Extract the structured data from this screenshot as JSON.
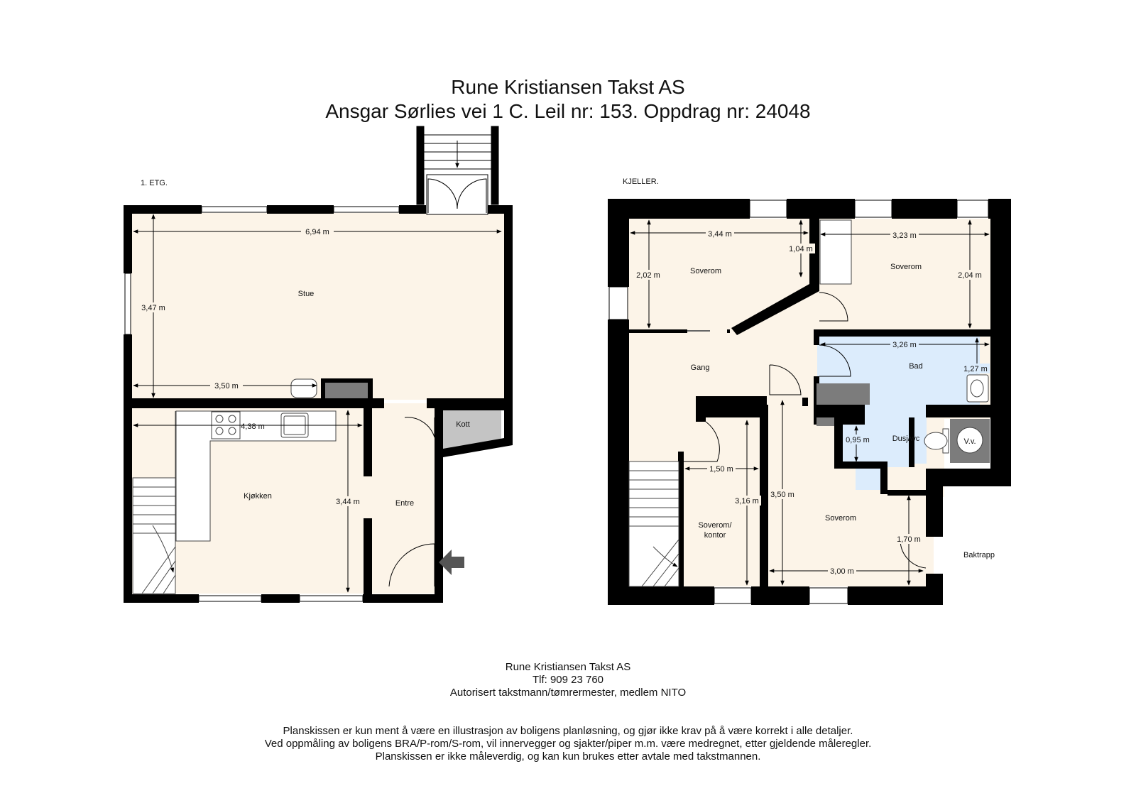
{
  "header": {
    "company": "Rune Kristiansen Takst AS",
    "address": "Ansgar Sørlies vei 1 C. Leil nr: 153. Oppdrag nr: 24048"
  },
  "floors": {
    "first": {
      "label": "1. ETG.",
      "rooms": {
        "stue": "Stue",
        "kjokken": "Kjøkken",
        "entre": "Entre",
        "kott": "Kott"
      },
      "dims": {
        "stue_w": "6,94 m",
        "stue_h": "3,47 m",
        "stue_w2": "3,50 m",
        "kjokken_w": "4,38 m",
        "kjokken_h": "3,44 m"
      }
    },
    "basement": {
      "label": "KJELLER.",
      "rooms": {
        "soverom_1": "Soverom",
        "soverom_2": "Soverom",
        "gang": "Gang",
        "bad": "Bad",
        "dusj": "Dusj/wc",
        "vv": "V.v.",
        "kontor_1": "Soverom/",
        "kontor_2": "kontor",
        "soverom_3": "Soverom",
        "baktrapp": "Baktrapp"
      },
      "dims": {
        "s1_w": "3,44 m",
        "s1_h": "2,02 m",
        "s1_h2": "1,04 m",
        "s2_w": "3,23 m",
        "s2_h": "2,04 m",
        "bad_w": "3,26 m",
        "bad_h": "1,27 m",
        "dusj_h": "0,95 m",
        "kontor_w": "1,50 m",
        "kontor_h": "3,16 m",
        "s3_h": "3,50 m",
        "s3_w": "3,00 m",
        "bak_h": "1,70 m"
      }
    }
  },
  "footer": {
    "company": "Rune Kristiansen Takst AS",
    "phone": "Tlf: 909 23 760",
    "cert": "Autorisert takstmann/tømrermester, medlem NITO",
    "disclaimer_1": "Planskissen er kun ment å være en illustrasjon av boligens planløsning, og gjør ikke krav på å være korrekt i alle detaljer.",
    "disclaimer_2": "Ved oppmåling av boligens BRA/P-rom/S-rom, vil innervegger og sjakter/piper m.m. være medregnet, etter gjeldende måleregler.",
    "disclaimer_3": "Planskissen er ikke måleverdig, og kan kun brukes etter avtale med takstmannen."
  },
  "colors": {
    "floor": "#fcf4e8",
    "wall": "#000000",
    "bath": "#dcecfc",
    "shaft": "#7c7c7c",
    "kott": "#c4c4c4"
  }
}
